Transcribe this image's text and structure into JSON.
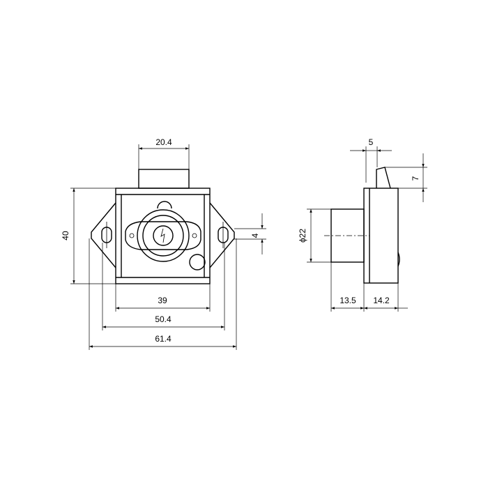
{
  "diagram": {
    "front_view": {
      "dims": {
        "top_width": "20.4",
        "height": "40",
        "slot": "4",
        "body_width": "39",
        "hole_spacing": "50.4",
        "overall_width": "61.4"
      }
    },
    "side_view": {
      "dims": {
        "tip_width": "5",
        "tip_height": "7",
        "diameter": "ϕ22",
        "cylinder_length": "13.5",
        "body_depth": "14.2"
      }
    }
  }
}
